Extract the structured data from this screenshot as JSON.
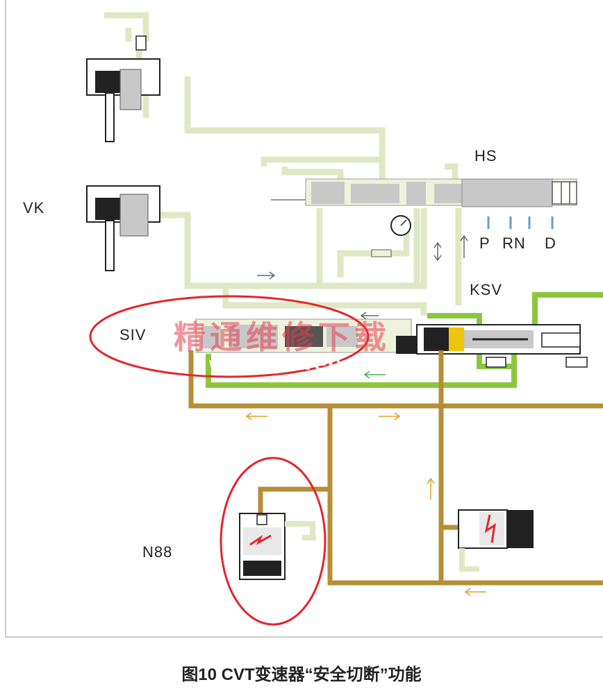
{
  "labels": {
    "vk": "VK",
    "hs": "HS",
    "ksv": "KSV",
    "siv": "SIV",
    "n88": "N88",
    "pos_p": "P",
    "pos_rn": "RN",
    "pos_d": "D"
  },
  "watermark": {
    "text": "精通维修下载",
    "url": "www.gzweix.com"
  },
  "caption": "图10 CVT变速器“安全切断”功能",
  "colors": {
    "pale_line": "#dfe8c4",
    "green_line": "#8cc63f",
    "brown_line": "#b68e36",
    "highlight_red": "#e6232a",
    "housing_gray": "#c8c8c8",
    "dark": "#222222"
  }
}
